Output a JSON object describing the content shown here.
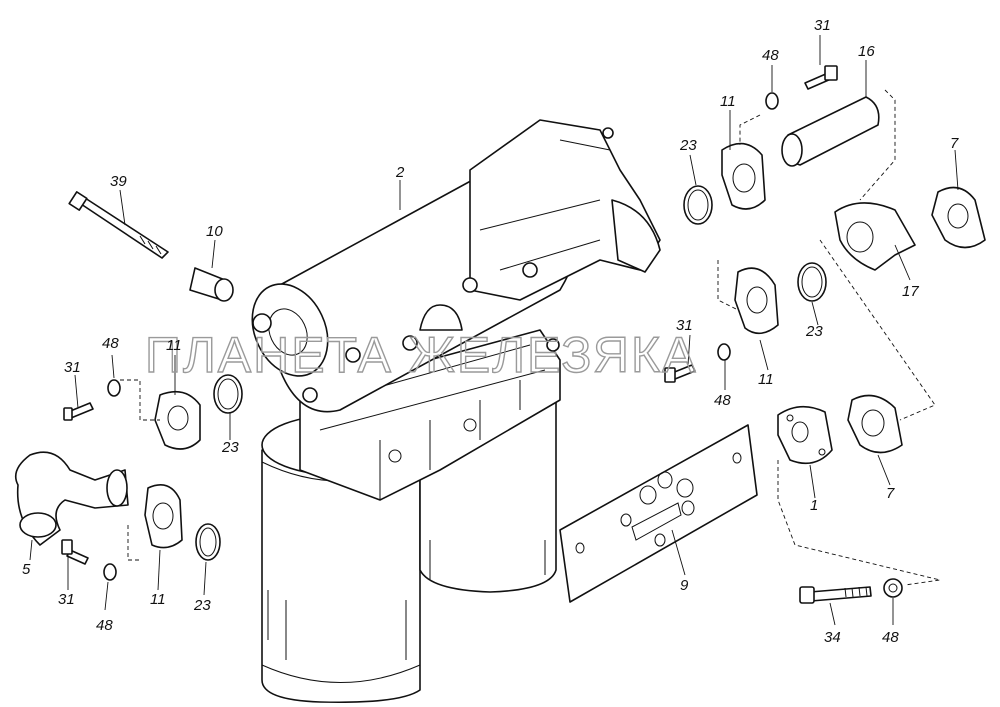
{
  "watermark": "ПЛАНЕТА ЖЕЛЕЗЯКА",
  "labels": {
    "p1": "1",
    "p2": "2",
    "p5": "5",
    "p7a": "7",
    "p7b": "7",
    "p9": "9",
    "p10": "10",
    "p11a": "11",
    "p11b": "11",
    "p11c": "11",
    "p11d": "11",
    "p16": "16",
    "p17": "17",
    "p23a": "23",
    "p23b": "23",
    "p23c": "23",
    "p23d": "23",
    "p31a": "31",
    "p31b": "31",
    "p31c": "31",
    "p31d": "31",
    "p34": "34",
    "p39": "39",
    "p48a": "48",
    "p48b": "48",
    "p48c": "48",
    "p48d": "48",
    "p48e": "48"
  }
}
